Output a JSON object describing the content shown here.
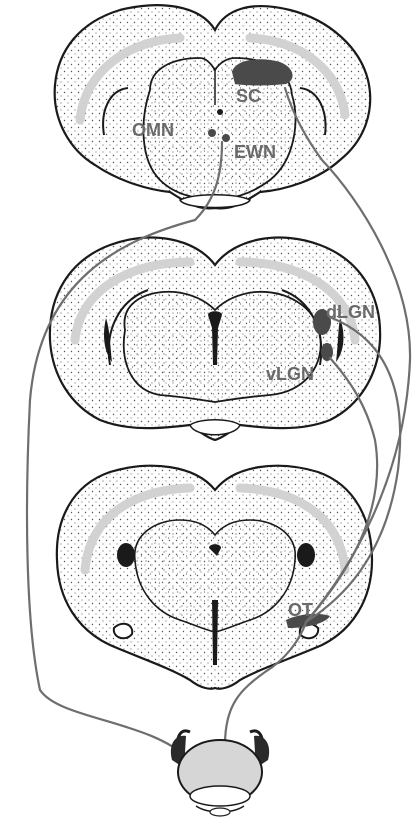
{
  "labels": {
    "sc": "SC",
    "omn": "OMN",
    "ewn": "EWN",
    "dlgn": "dLGN",
    "vlgn": "vLGN",
    "ot": "OT"
  },
  "colors": {
    "outline": "#1a1a1a",
    "stipple": "#555555",
    "white_matter": "#d2d2d2",
    "projection": "#6e6e6e",
    "nucleus": "#4a4a4a",
    "label": "#6a6a6a",
    "eyeball": "#d6d6d6"
  }
}
